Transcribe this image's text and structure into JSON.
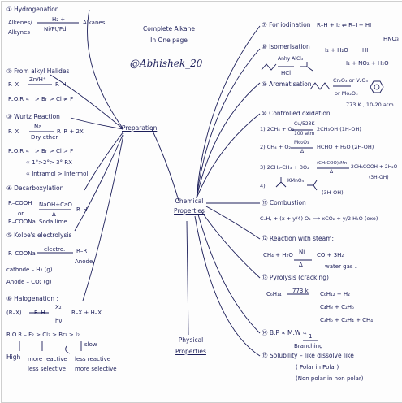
{
  "header": {
    "title_line1": "Complete Alkane",
    "title_line2": "In One page",
    "handle": "@Abhishek_20"
  },
  "nodes": {
    "preparation": "Preparation",
    "chemical": "Chemical",
    "properties": "Properties",
    "physical": "Physical",
    "physical2": "Properties"
  },
  "left": {
    "hydro": {
      "title": "① Hydrogenation",
      "l1": "Alkenes/",
      "l1b": "H₂ +",
      "l2": "Alkynes",
      "l2b": "Ni/Pt/Pd",
      "product": "Alkanes"
    },
    "halides": {
      "title": "② From alkyl Halides",
      "l1": "R–X",
      "cond": "Zn/H⁺",
      "prod": "R–H",
      "order": "R.O.R ∝ I > Br > Cl ≠ F"
    },
    "wurtz": {
      "title": "③ Wurtz Reaction",
      "l1": "R–X",
      "cond": "Na",
      "cond2": "Dry ether",
      "prod": "R–R + 2X",
      "order": "R.O.R ∝ I > Br > Cl > F",
      "o2": "∝ 1°>2°> 3° RX",
      "o3": "∝ Intramol > Intermol."
    },
    "decarb": {
      "title": "④ Decarboxylation",
      "l1": "R–COOH",
      "cond": "NaOH+CaO",
      "delta": "Δ",
      "prod": "R–H",
      "or": "or",
      "l2": "R–COONa",
      "cond2": "Soda lime"
    },
    "kolbe": {
      "title": "⑤ Kolbe's electrolysis",
      "l1": "R–COONa",
      "cond": "electro.",
      "prod": "R–R",
      "anode": "Anode.",
      "cathode": "cathode – H₂ (g)",
      "anode2": "Anode – CO₂ (g)"
    },
    "halogen": {
      "title": "⑥ Halogenation :",
      "l1": "(R–X)",
      "l1b": "R–H",
      "cond": "X₂",
      "hv": "hν",
      "prod": "R–X + H–X",
      "order": "R.O.R – F₂ > Cl₂ > Br₂ > I₂",
      "slow": "slow",
      "high": "High",
      "mr": "more reactive",
      "ls": "less selective",
      "lr": "less reactive",
      "ms": "more selective"
    }
  },
  "right": {
    "iodination": {
      "title": "⑦ For iodination",
      "eq": "R–H + I₂ ⇌ R–I + HI",
      "hno3": "HNO₃",
      "p1": "I₂ + H₂O",
      "p1b": "HI",
      "p2": "I₂ + NO₂ + H₂O"
    },
    "isomer": {
      "title": "⑧ Isomerisation",
      "cond": "Anhy AlCl₃",
      "cond2": "HCl"
    },
    "aromat": {
      "title": "⑨ Aromatisation",
      "cond": "Cr₂O₃ or V₂O₅",
      "cond2": "or Mo₂O₃",
      "temp": "773 K , 10-20 atm"
    },
    "oxid": {
      "title": "⑩ Controlled oxidation",
      "r1": "1) 2CH₄ + O₂",
      "r1c": "Cu/523K",
      "r1c2": "100 atm",
      "r1p": "2CH₃OH  (1H-OH)",
      "r2": "2) CH₄ + O₂",
      "r2c": "Mo₂O₃",
      "r2c2": "Δ",
      "r2p": "HCHO + H₂O  (2H-OH)",
      "r3": "3) 2CH₃-CH₃ + 3O₂",
      "r3c": "(CH₃COO)₂Mn",
      "r3c2": "Δ",
      "r3p": "2CH₃COOH + 2H₂O",
      "r3p2": "(3H-OH)",
      "r4": "4)",
      "r4c": "KMnO₄",
      "r4p": "(3H-OH)"
    },
    "combust": {
      "title": "⑪ Combustion :",
      "eq": "CₓHᵧ + (x + y/4) O₂ ⟶ xCO₂ + y/2 H₂O (exo)"
    },
    "steam": {
      "title": "⑫ Reaction with steam:",
      "l1": "CH₄ + H₂O",
      "cond": "Ni",
      "cond2": "Δ",
      "prod": "CO + 3H₂",
      "wg": "water gas ."
    },
    "pyro": {
      "title": "⑬ Pyrolysis (cracking)",
      "l1": "C₆H₁₄",
      "cond": "773 k",
      "p1": "C₆H₁₂ + H₂",
      "p2": "C₄H₈ + C₂H₆",
      "p3": "C₃H₆ + C₂H₄ + CH₄"
    },
    "bp": {
      "title": "⑭ B.P ∝ M.W ∝",
      "frac": "1",
      "den": "Branching"
    },
    "solub": {
      "title": "⑮ Solubility – like dissolve like",
      "l2": "( Polar in Polar)",
      "l3": "(Non polar in non polar)"
    }
  }
}
